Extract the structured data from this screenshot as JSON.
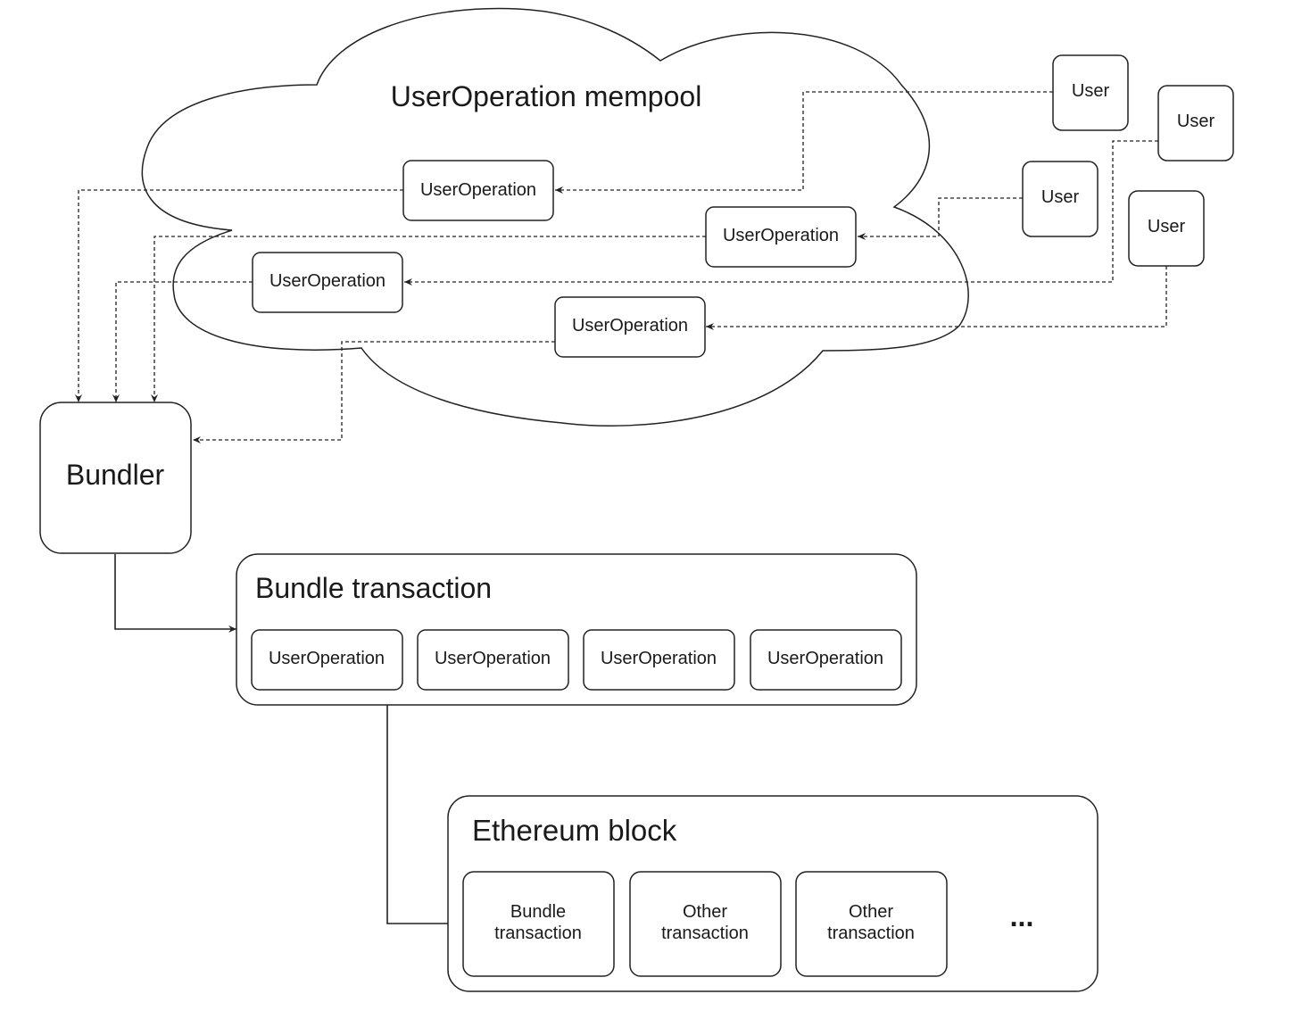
{
  "mempool": {
    "title": "UserOperation mempool"
  },
  "users": [
    "User",
    "User",
    "User",
    "User"
  ],
  "mempool_ops": [
    "UserOperation",
    "UserOperation",
    "UserOperation",
    "UserOperation"
  ],
  "bundler": {
    "label": "Bundler"
  },
  "bundle_transaction": {
    "title": "Bundle transaction",
    "ops": [
      "UserOperation",
      "UserOperation",
      "UserOperation",
      "UserOperation"
    ]
  },
  "ethereum_block": {
    "title": "Ethereum block",
    "items": [
      {
        "line1": "Bundle",
        "line2": "transaction"
      },
      {
        "line1": "Other",
        "line2": "transaction"
      },
      {
        "line1": "Other",
        "line2": "transaction"
      }
    ],
    "ellipsis": "..."
  }
}
